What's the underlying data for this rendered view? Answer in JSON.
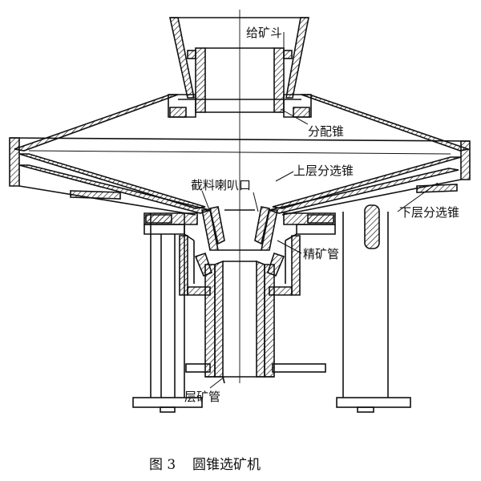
{
  "labels": {
    "feed_hopper": "给矿斗",
    "distribution_cone": "分配锥",
    "upper_separating_cone": "上层分选锥",
    "cutting_nozzle": "截料喇叭口",
    "lower_separating_cone": "下层分选锥",
    "concentrate_pipe": "精矿管",
    "layer_ore_pipe": "层矿管"
  },
  "caption": {
    "figure_number": "图 3",
    "title": "圆锥选矿机"
  }
}
